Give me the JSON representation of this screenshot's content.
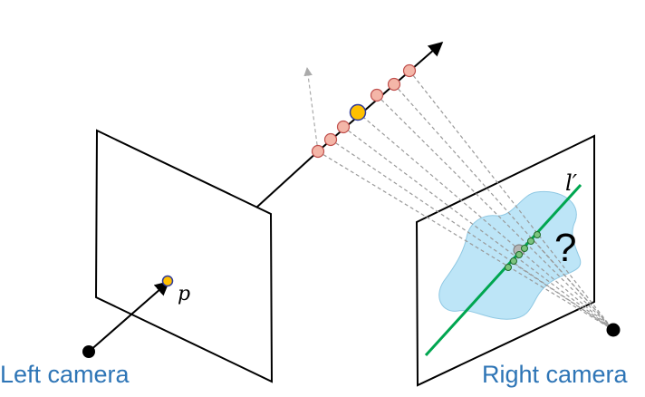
{
  "labels": {
    "left_camera": "Left camera",
    "right_camera": "Right camera",
    "point": "p",
    "epipolar_line": "l′",
    "question": "?"
  },
  "colors": {
    "label_text": "#2E75B6",
    "ray_dashes": "#999999",
    "candidate_fill": "#F4B6A8",
    "candidate_stroke": "#C0504D",
    "true_point_fill": "#FFC000",
    "true_point_stroke": "#2F3B9C",
    "epipolar_line": "#00A650",
    "search_region": "#BDE5F7",
    "search_region_stroke": "#8FC8E3",
    "projection_fill": "#7BC47F",
    "projection_stroke": "#1E6B2A"
  }
}
